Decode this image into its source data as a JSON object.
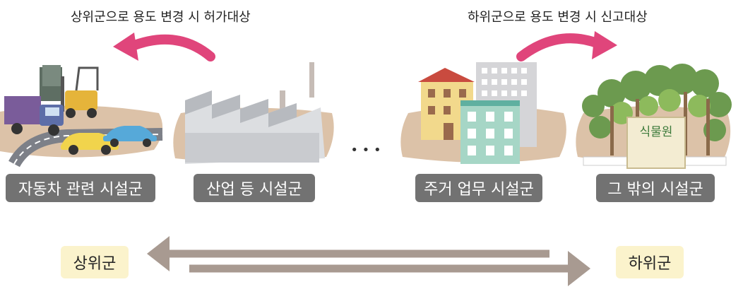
{
  "captions": {
    "upgrade": "상위군으로 용도 변경 시 허가대상",
    "downgrade": "하위군으로 용도 변경 시 신고대상"
  },
  "groups": [
    {
      "label": "자동차 관련 시설군"
    },
    {
      "label": "산업 등 시설군"
    },
    {
      "label": "주거 업무 시설군"
    },
    {
      "label": "그 밖의 시설군"
    }
  ],
  "ellipsis": "• • •",
  "sign": "식물원",
  "ranks": {
    "upper": "상위군",
    "lower": "하위군"
  },
  "colors": {
    "accent_arrow": "#e0457b",
    "long_arrow": "#a89a91",
    "blob": "#dcc2a8",
    "label_bg": "#727272",
    "rank_bg": "#fbf3cc"
  }
}
